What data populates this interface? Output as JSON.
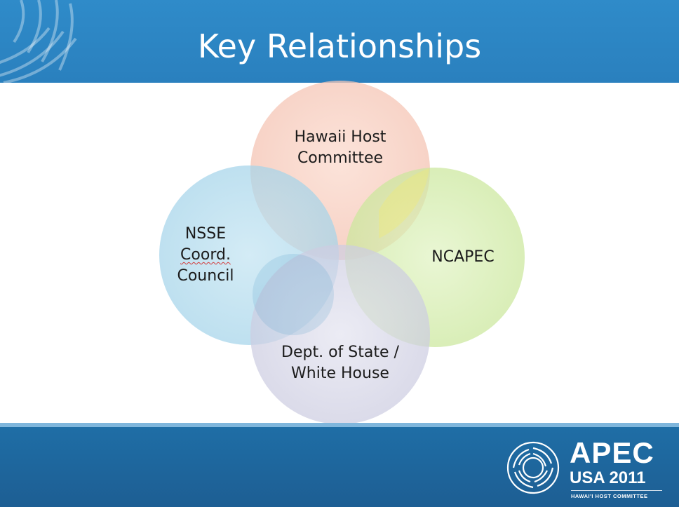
{
  "slide": {
    "title": "Key Relationships"
  },
  "venn": {
    "circles": [
      {
        "id": "hawaii",
        "lines": [
          "Hawaii Host",
          "Committee"
        ],
        "color": "#f6c8b6"
      },
      {
        "id": "ncapec",
        "lines": [
          "NCAPEC"
        ],
        "color": "#cdeaa0"
      },
      {
        "id": "nsse",
        "lines": [
          "NSSE",
          "Coord.",
          "Council"
        ],
        "color": "#a9d7eb"
      },
      {
        "id": "state",
        "lines": [
          "Dept. of State /",
          "White House"
        ],
        "color": "#cfcfe3"
      }
    ]
  },
  "footer": {
    "logo_title": "APEC",
    "logo_subtitle": "USA 2011",
    "logo_caption": "HAWAI'I HOST COMMITTEE"
  },
  "colors": {
    "header_blue": "#2f8bc9",
    "footer_blue": "#1f6ea6"
  }
}
